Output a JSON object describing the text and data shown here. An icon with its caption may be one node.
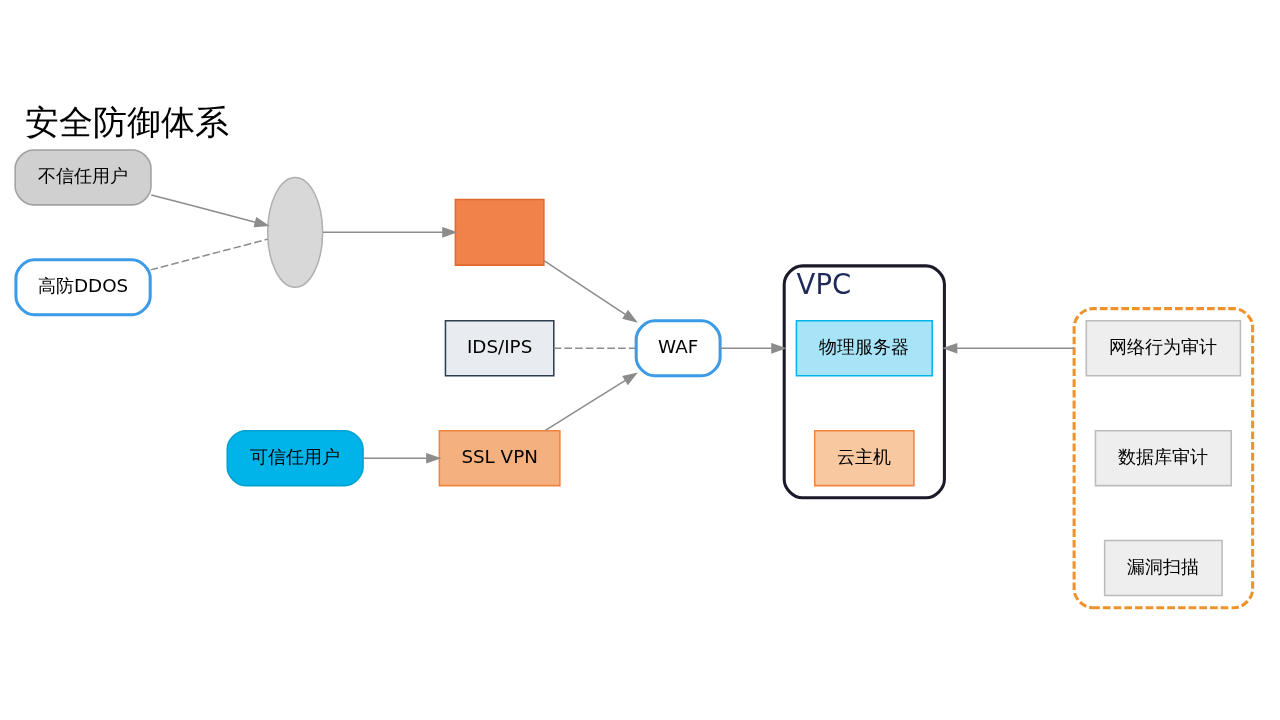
{
  "diagram": {
    "title": "安全防御体系",
    "nodes": [
      {
        "text": [
          "不信任用户"
        ]
      },
      {
        "text": [
          "可信任用户"
        ]
      },
      {
        "text": [
          "高防DDOS"
        ]
      },
      {
        "text": [],
        "shape": "cloud"
      },
      {
        "text": [],
        "shape": "box"
      },
      {
        "text": [
          "IDS/IPS"
        ]
      },
      {
        "text": [
          "SSL VPN"
        ]
      },
      {
        "text": [
          "WAF"
        ]
      },
      {
        "text": [
          "VPC"
        ]
      },
      {
        "text": [
          "物理服务器"
        ],
        "in": 8
      },
      {
        "text": [
          "云主机"
        ],
        "in": 8
      },
      {
        "text": [],
        "shape": "box"
      },
      {
        "text": [
          "网络行为审计"
        ],
        "in": 11
      },
      {
        "text": [
          "数据库审计"
        ],
        "in": 11
      },
      {
        "text": [
          "漏洞扫描"
        ],
        "in": 11
      }
    ],
    "edges": [
      {
        "from": 0,
        "to": 3,
        "arrow": "to"
      },
      {
        "from": 2,
        "to": 3,
        "arrow": "none",
        "style": "dashed"
      },
      {
        "from": 3,
        "to": 4,
        "arrow": "to"
      },
      {
        "from": 4,
        "to": 7,
        "arrow": "to"
      },
      {
        "from": 5,
        "to": 7,
        "arrow": "none",
        "style": "dashed"
      },
      {
        "from": 1,
        "to": 6,
        "arrow": "to"
      },
      {
        "from": 6,
        "to": 7,
        "arrow": "to"
      },
      {
        "from": 7,
        "to": 8,
        "arrow": "to"
      },
      {
        "from": 11,
        "to": 8,
        "arrow": "to"
      }
    ]
  }
}
